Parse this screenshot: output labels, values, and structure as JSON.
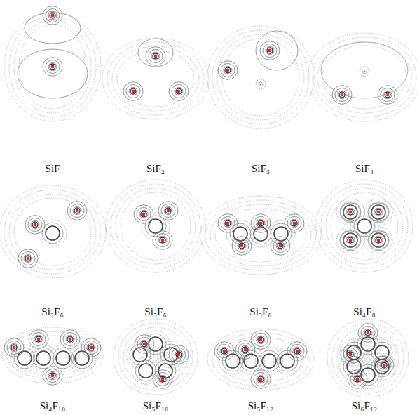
{
  "diagram": {
    "labels": [
      "SiF",
      "SiF₂",
      "SiF₃",
      "SiF₄",
      "Si₂F₆",
      "Si₃F₆",
      "Si₃F₈",
      "Si₄F₈",
      "Si₄F₁₀",
      "Si₅F₁₀",
      "Si₅F₁₂",
      "Si₆F₁₂"
    ]
  }
}
